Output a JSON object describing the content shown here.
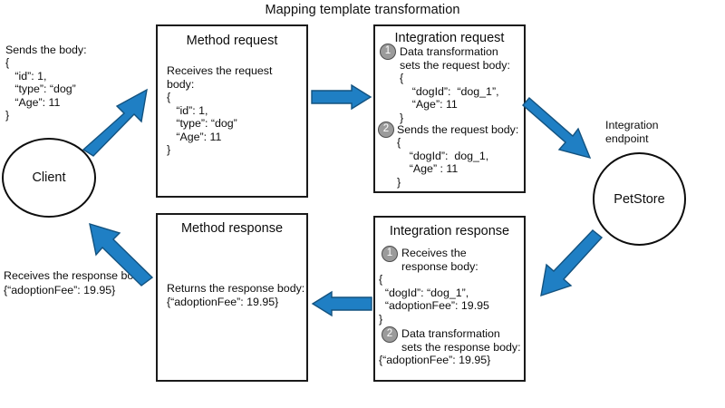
{
  "title": "Mapping template transformation",
  "colors": {
    "arrow_fill": "#1f7fc4",
    "arrow_stroke": "#13527f",
    "box_border": "#1a1a1a",
    "badge_fill": "#9b9b9b",
    "badge_border": "#4d4d4d",
    "text": "#0d0d0d"
  },
  "client": {
    "label": "Client",
    "sends_caption": "Sends the body:",
    "sends_body": "{\n   “id”: 1,\n   “type”: “dog”\n   “Age”: 11\n}",
    "receives_caption": "Receives the response body:",
    "receives_body": "{“adoptionFee”: 19.95}"
  },
  "method_request": {
    "title": "Method request",
    "caption": "Receives the request\nbody:",
    "body": "{\n   “id”: 1,\n   “type”: “dog”\n   “Age”: 11\n}"
  },
  "integration_request": {
    "title": "Integration request",
    "steps": [
      {
        "number": "1",
        "caption": "Data transformation\nsets the request body:",
        "body": "{\n    “dogId”:  “dog_1”,\n    “Age”: 11\n}"
      },
      {
        "number": "2",
        "caption": "Sends the request body:",
        "body": "{\n    “dogId”:  dog_1,\n    “Age” : 11\n}"
      }
    ]
  },
  "integration_response": {
    "title": "Integration response",
    "steps": [
      {
        "number": "1",
        "caption": "Receives the\nresponse body:",
        "body": "{\n  “dogId”: “dog_1”,\n  “adoptionFee”: 19.95\n}"
      },
      {
        "number": "2",
        "caption": "Data transformation\nsets the response body:",
        "body": "{“adoptionFee”: 19.95}"
      }
    ]
  },
  "method_response": {
    "title": "Method response",
    "caption": "Returns the response body:",
    "body": "{“adoptionFee”: 19.95}"
  },
  "endpoint": {
    "label": "Integration\nendpoint",
    "name": "PetStore"
  },
  "arrows": {
    "client_to_method_request": "arrow-diagonal-up-right",
    "method_request_to_integration_request": "arrow-right",
    "integration_request_to_petstore": "arrow-diagonal-down-right",
    "petstore_to_integration_response": "arrow-diagonal-down-left",
    "integration_response_to_method_response": "arrow-left",
    "method_response_to_client": "arrow-diagonal-up-left"
  }
}
